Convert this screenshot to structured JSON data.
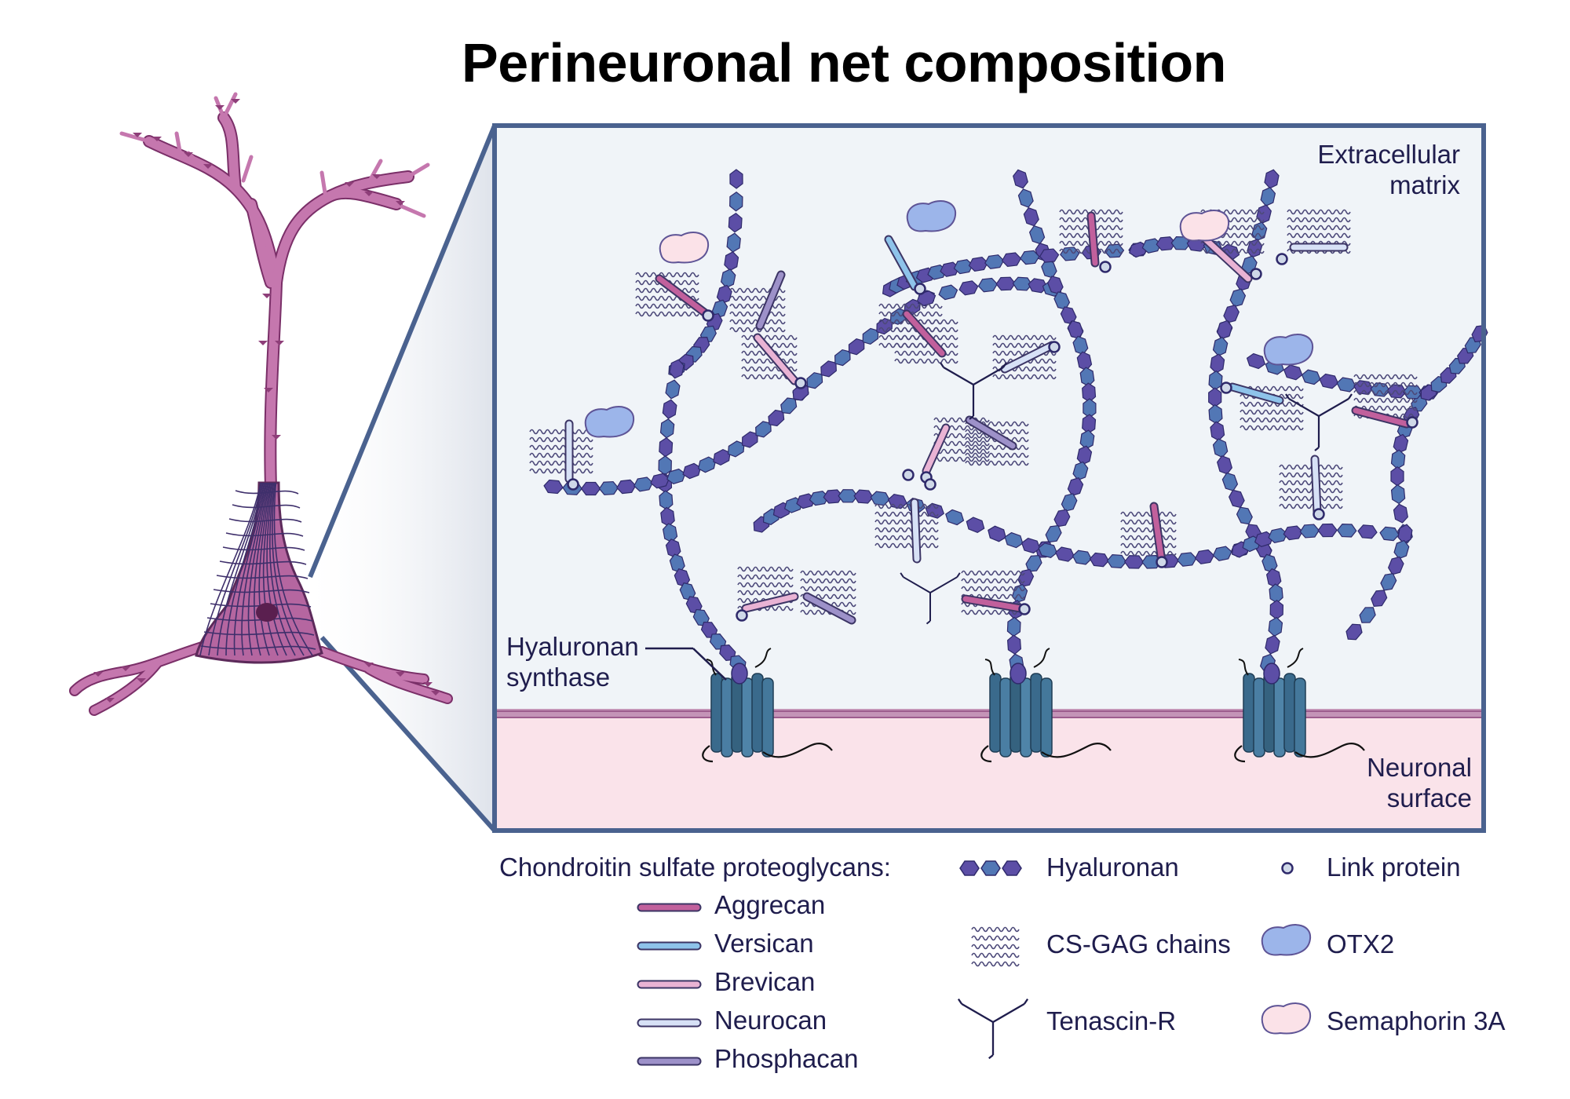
{
  "title": "Perineuronal net composition",
  "panel_labels": {
    "ecm_line1": "Extracellular",
    "ecm_line2": "matrix",
    "surface_line1": "Neuronal",
    "surface_line2": "surface",
    "has_line1": "Hyaluronan",
    "has_line2": "synthase"
  },
  "legend": {
    "cspg_heading": "Chondroitin sulfate proteoglycans:",
    "cspgs": [
      {
        "label": "Aggrecan",
        "color": "#c1609c"
      },
      {
        "label": "Versican",
        "color": "#8ec3ea"
      },
      {
        "label": "Brevican",
        "color": "#e9b3d4"
      },
      {
        "label": "Neurocan",
        "color": "#d7e1f6"
      },
      {
        "label": "Phosphacan",
        "color": "#9d91c9"
      }
    ],
    "hyaluronan": "Hyaluronan",
    "cs_gag": "CS-GAG chains",
    "tenascin": "Tenascin-R",
    "link_protein": "Link protein",
    "otx2": "OTX2",
    "sema3a": "Semaphorin 3A"
  },
  "colors": {
    "panel_border": "#4a628f",
    "ecm_bg": "#f0f4f8",
    "membrane_bg": "#fae3ea",
    "hyaluronan_dark": "#5c4ea6",
    "hyaluronan_light": "#5277b5",
    "neuron": "#c577ae",
    "synthase": "#3f6e8f",
    "otx2": "#9cb5ea",
    "sema3a": "#fbe2e8"
  }
}
